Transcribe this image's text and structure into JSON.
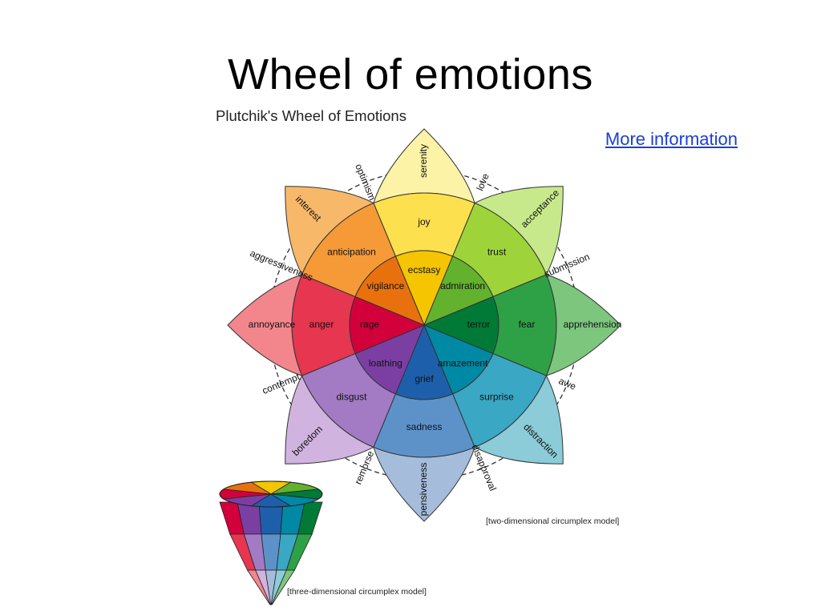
{
  "slide": {
    "title": "Wheel of emotions",
    "link_text": "More information"
  },
  "figure": {
    "heading": "Plutchik's Wheel of Emotions",
    "caption_2d": "[two-dimensional circumplex model]",
    "caption_3d": "[three-dimensional circumplex model]"
  },
  "petals": [
    {
      "name": "joy",
      "outer": "serenity",
      "middle": "joy",
      "inner": "ecstasy",
      "colors": [
        "#fdf3a7",
        "#fce04d",
        "#f4c500"
      ]
    },
    {
      "name": "trust",
      "outer": "acceptance",
      "middle": "trust",
      "inner": "admiration",
      "colors": [
        "#c7e98b",
        "#9ed43a",
        "#62b22e"
      ]
    },
    {
      "name": "fear",
      "outer": "apprehension",
      "middle": "fear",
      "inner": "terror",
      "colors": [
        "#7dc67e",
        "#2ea146",
        "#007a36"
      ]
    },
    {
      "name": "surprise",
      "outer": "distraction",
      "middle": "surprise",
      "inner": "amazement",
      "colors": [
        "#8ccbd8",
        "#3aa7c4",
        "#0089a5"
      ]
    },
    {
      "name": "sadness",
      "outer": "pensiveness",
      "middle": "sadness",
      "inner": "grief",
      "colors": [
        "#a5bddb",
        "#5d92c9",
        "#1d5faa"
      ]
    },
    {
      "name": "disgust",
      "outer": "boredom",
      "middle": "disgust",
      "inner": "loathing",
      "colors": [
        "#d1b3e0",
        "#a27bc4",
        "#7b3fa4"
      ]
    },
    {
      "name": "anger",
      "outer": "annoyance",
      "middle": "anger",
      "inner": "rage",
      "colors": [
        "#f3868d",
        "#e63650",
        "#d2003b"
      ]
    },
    {
      "name": "anticipation",
      "outer": "interest",
      "middle": "anticipation",
      "inner": "vigilance",
      "colors": [
        "#f8b86a",
        "#f59a37",
        "#e8710e"
      ]
    }
  ],
  "dyads": [
    "love",
    "submission",
    "awe",
    "disapproval",
    "remorse",
    "contempt",
    "aggressiveness",
    "optimism"
  ],
  "colors": {
    "line": "#333333",
    "dash": "#333333",
    "link": "#1a3fd6"
  }
}
